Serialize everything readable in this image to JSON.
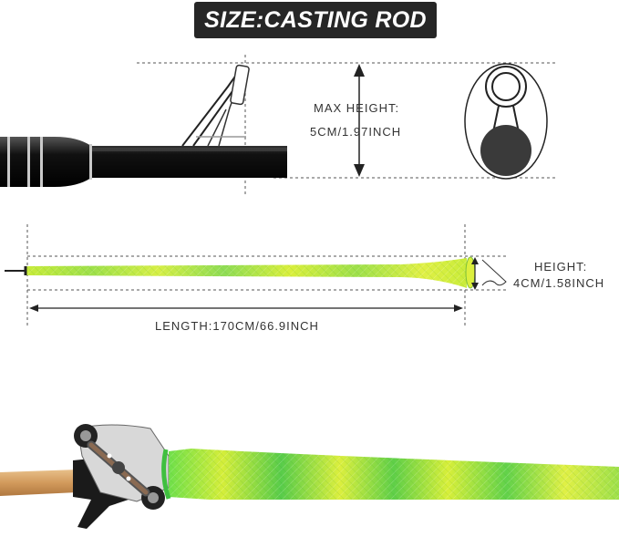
{
  "banner": {
    "title": "SIZE:CASTING ROD"
  },
  "max_height": {
    "title": "MAX HEIGHT:",
    "value": "5CM/1.97INCH"
  },
  "height": {
    "title": "HEIGHT:",
    "value": "4CM/1.58INCH"
  },
  "length": {
    "value": "LENGTH:170CM/66.9INCH"
  },
  "icons": {
    "arrow": "double-headed-arrow-icon",
    "guide": "rod-guide-icon"
  },
  "colors": {
    "banner": "#262626",
    "sleeve_green": "#b8e830",
    "sleeve_dark": "#2fb04a",
    "rod": "#111111",
    "cork": "#d9a86a",
    "dim_line": "#444444",
    "text": "#333333"
  }
}
